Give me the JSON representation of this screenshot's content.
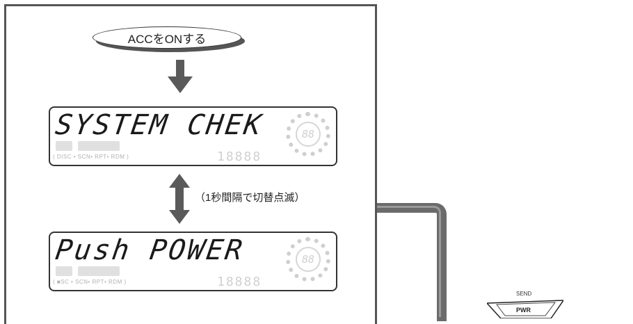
{
  "start_label": "ACCをONする",
  "screen1_text": "SYSTEM CHEK",
  "screen2_text": "Push POWER",
  "blink_note": "（1秒間隔で切替点滅）",
  "status_line1": "( DISC • SCN• RPT• RDM )",
  "status_line2": "( ■SC • SCN• RPT• RDM )",
  "ring_digits": "88",
  "seg_digits": "18888",
  "send_label": "SEND",
  "pwr_label": "PWR",
  "colors": {
    "arrow": "#5a5a5a",
    "frame": "#555555",
    "connector": "#6b6b6b"
  }
}
